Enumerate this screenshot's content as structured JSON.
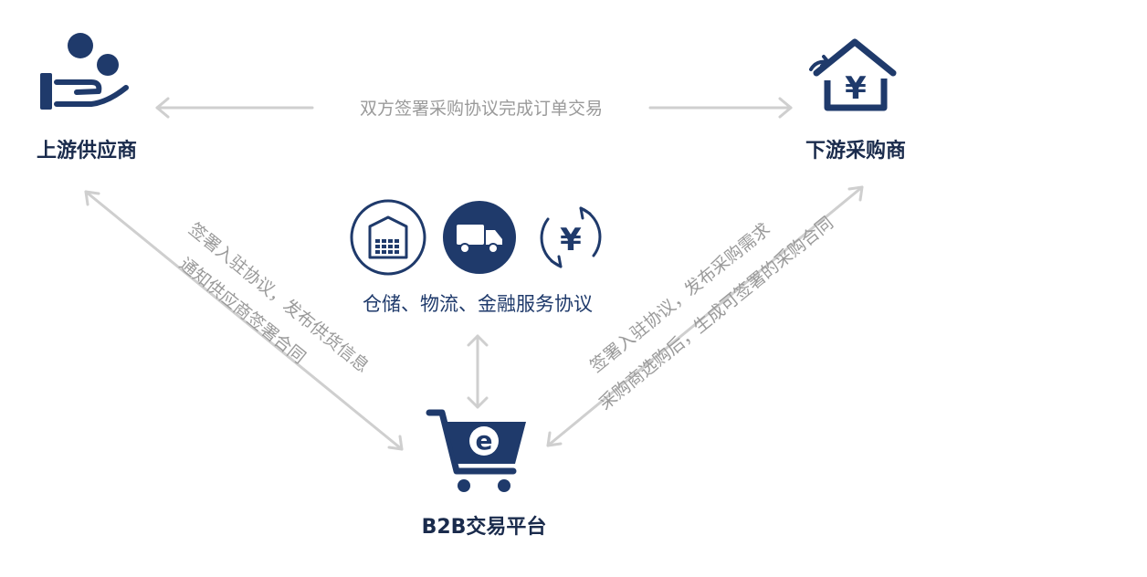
{
  "nodes": {
    "supplier": {
      "label": "上游供应商",
      "icon": "supplier-hand-icon"
    },
    "buyer": {
      "label": "下游采购商",
      "icon": "house-yuan-icon"
    },
    "platform": {
      "label": "B2B交易平台",
      "icon": "shopping-cart-e-icon"
    }
  },
  "flows": {
    "top": "双方签署采购协议完成订单交易",
    "left_line1": "签署入驻协议，发布供货信息",
    "left_line2": "通知供应商签署合同",
    "right_line1": "签署入驻协议，发布采购需求",
    "right_line2": "采购商选购后，生成可签署的采购合同"
  },
  "services": {
    "label": "仓储、物流、金融服务协议",
    "icons": [
      "warehouse-icon",
      "truck-icon",
      "yuan-cycle-icon"
    ]
  },
  "colors": {
    "navy": "#1f3a6b",
    "arrow_gray": "#cfcfcf",
    "text_gray": "#9a9a9a"
  }
}
